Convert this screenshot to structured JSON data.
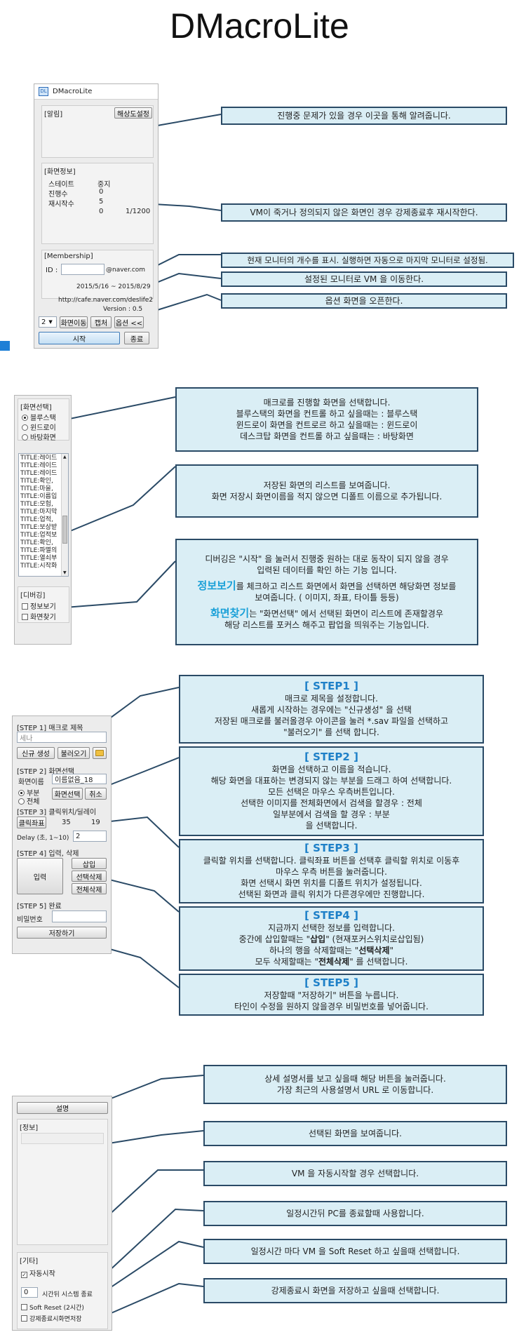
{
  "page_title": "DMacroLite",
  "section1": {
    "window_title": "DMacroLite",
    "alert_group": "[알림]",
    "resolution_button": "해상도설정",
    "screen_info_group": "[화면정보]",
    "state_label": "스테이트",
    "state_value": "중지",
    "progress_label": "진행수",
    "progress_value": "0",
    "restart_label": "재시작수",
    "restart_value": "5",
    "extra_value": "0",
    "extra_ratio": "1/1200",
    "membership_group": "[Membership]",
    "id_label": "ID :",
    "id_domain": "@naver.com",
    "date_range": "2015/5/16 ~ 2015/8/29",
    "url": "http://cafe.naver.com/deslife2",
    "version": "Version : 0.5",
    "monitor_select": "2",
    "move_button": "화면이동",
    "capture_button": "캡처",
    "option_button": "옵션 <<",
    "start_button": "시작",
    "exit_button": "종료",
    "callouts": [
      "진행중 문제가 있을 경우 이곳을 통해 알려줍니다.",
      "VM이 죽거나 정의되지 않은 화면인 경우 강제종료후 재시작한다.",
      "현재 모니터의 개수를 표시. 실행하면 자동으로 마지막 모니터로 설정됨.",
      "설정된 모니터로 VM 을 이동한다.",
      "옵션 화면을 오픈한다."
    ]
  },
  "section2": {
    "screen_select_group": "[화면선택]",
    "radios": [
      "블루스택",
      "윈드로이",
      "바탕화면"
    ],
    "list_items": [
      "TITLE:레이드",
      "TITLE:레이드",
      "TITLE:레이드",
      "TITLE:확인,",
      "TITLE:마을,",
      "TITLE:이름입",
      "TITLE:모험,",
      "TITLE:마지막",
      "TITLE:업적,",
      "TITLE:보상받",
      "TITLE:업적보",
      "TITLE:확인,",
      "TITLE:파멸의",
      "TITLE:열쇠부",
      "TITLE:시작화"
    ],
    "debug_group": "[디버깅]",
    "debug_checks": [
      "정보보기",
      "화면찾기"
    ],
    "callout1_lines": [
      "매크로를 진행할 화면을 선택합니다.",
      "블루스택의 화면을 컨트롤 하고 싶을때는 : 블루스택",
      "윈드로이 화면을 컨트로르 하고 싶을때는 : 윈드로이",
      "데스크탑 화면을 컨트롤 하고 싶을때는 : 바탕화면"
    ],
    "callout2_lines": [
      "저장된 화면의 리스트를 보여줍니다.",
      "화면 저장시 화면이름을 적지 않으면 디폴트 이름으로 추가됩니다."
    ],
    "callout3": {
      "line1": "디버깅은 \"시작\" 을 눌러서 진행중 원하는 대로 동작이 되지 않을 경우",
      "line2": "입력된 데이터를 확인 하는 기능 입니다.",
      "hl1": "정보보기",
      "line3": "를 체크하고 리스트 화면에서 화면을 선택하면 해당화면 정보를",
      "line4": "보여줍니다. ( 이미지, 좌표, 타이틀 등등)",
      "hl2": "화면찾기",
      "line5": "는 \"화면선택\" 에서 선택된 화면이 리스트에 존재할경우",
      "line6": "해당 리스트를 포커스 해주고 팝업을 띄워주는 기능입니다."
    }
  },
  "section3": {
    "step1_label": "[STEP 1] 매크로 제목",
    "title_input": "세나",
    "new_button": "신규 생성",
    "load_button": "불러오기",
    "step2_label": "[STEP 2] 화면선택",
    "screen_name_label": "화면이름",
    "screen_name_value": "이름없음_18",
    "radio_partial": "부분",
    "radio_full": "전체",
    "select_screen_button": "화면선택",
    "cancel_button": "취소",
    "step3_label": "[STEP 3] 클릭위치/딜레이",
    "click_coord_button": "클릭좌표",
    "coord_x": "35",
    "coord_y": "19",
    "delay_label": "Delay (초, 1~10)",
    "delay_value": "2",
    "step4_label": "[STEP 4] 입력, 삭제",
    "input_button": "입력",
    "insert_button": "삽입",
    "delete_selected_button": "선택삭제",
    "delete_all_button": "전체삭제",
    "step5_label": "[STEP 5] 완료",
    "password_label": "비밀번호",
    "save_button": "저장하기",
    "callouts": [
      {
        "head": "[ STEP1 ]",
        "lines": [
          "매크로 제목을 설정합니다.",
          "새롭게 시작하는 경우에는 \"신규생성\" 을 선택",
          "저장된 매크로를 불러올경우 아이콘을 눌러 *.sav 파일을 선택하고",
          "\"불러오기\" 를 선택 합니다."
        ]
      },
      {
        "head": "[ STEP2 ]",
        "lines": [
          "화면을 선택하고 이름을 적습니다.",
          "해당 화면을 대표하는 변경되지 않는 부분을 드래그 하여 선택합니다.",
          "모든 선택은 마우스 우측버튼입니다.",
          "선택한 이미지를 전체화면에서 검색을 할경우 : 전체",
          "일부분에서 검색을 할 경우 : 부분",
          "을 선택합니다."
        ]
      },
      {
        "head": "[ STEP3 ]",
        "lines": [
          "클릭할 위치를 선택합니다. 클릭좌표 버튼을 선택후 클릭할 위치로 이동후",
          "마우스 우측 버튼을 눌러줍니다.",
          "화면 선택시 화면 위치를 디폴트 위치가 설정됩니다.",
          "선택된 화면과 클릭 위치가 다른경우에만 진행합니다."
        ]
      }
    ],
    "step4_callout": {
      "head": "[ STEP4 ]",
      "line1": "지금까지 선택한 정보를 입력합니다.",
      "line2_pre": "중간에 삽입할때는 \"",
      "line2_bold": "삽입",
      "line2_post": "\" (현재포커스위치로삽입됨)",
      "line3_pre": "하나의 행을 삭제할때는 \"",
      "line3_bold": "선택삭제",
      "line3_post": "\"",
      "line4_pre": "모두 삭제할때는 \"",
      "line4_bold": "전체삭제",
      "line4_post": "\" 를 선택합니다."
    },
    "step5_callout": {
      "head": "[ STEP5 ]",
      "lines": [
        "저장할때 \"저장하기\" 버튼을 누릅니다.",
        "타인이 수정을 원하지 않을경우 비밀번호를 넣어줍니다."
      ]
    }
  },
  "section4": {
    "manual_button": "설명",
    "info_group": "[정보]",
    "etc_group": "[기타]",
    "auto_start_label": "자동시작",
    "timer_value": "0",
    "timer_label": "시간뒤 시스템 종료",
    "soft_reset_label": "Soft Reset (2시간)",
    "force_save_label": "강제종료시화면저장",
    "callouts": [
      "상세 설명서를 보고 싶을때 해당 버튼을 눌러줍니다.|가장 최근의 사용설명서 URL 로 이동합니다.",
      "선택된 화면을 보여줍니다.",
      "VM 을 자동시작할 경우 선택합니다.",
      "일정시간뒤 PC를 종료할때 사용합니다.",
      "일정시간 마다 VM 을 Soft Reset 하고 싶을때 선택합니다.",
      "강제종료시 화면을 저장하고 싶을때 선택합니다."
    ]
  },
  "colors": {
    "callout_bg": "#daeef5",
    "callout_border": "#2a4a66",
    "arrow": "#2a4a66",
    "step_head": "#1e80c8",
    "highlight": "#1aa0d8"
  }
}
